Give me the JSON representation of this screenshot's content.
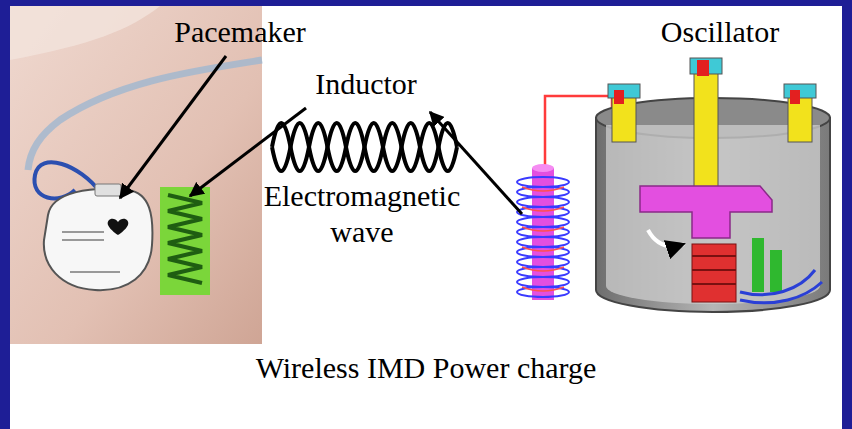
{
  "diagram": {
    "caption": "Wireless IMD Power charge",
    "labels": [
      "Pacemaker",
      "Oscillator",
      "Inductor",
      "Electromagnetic wave"
    ]
  }
}
